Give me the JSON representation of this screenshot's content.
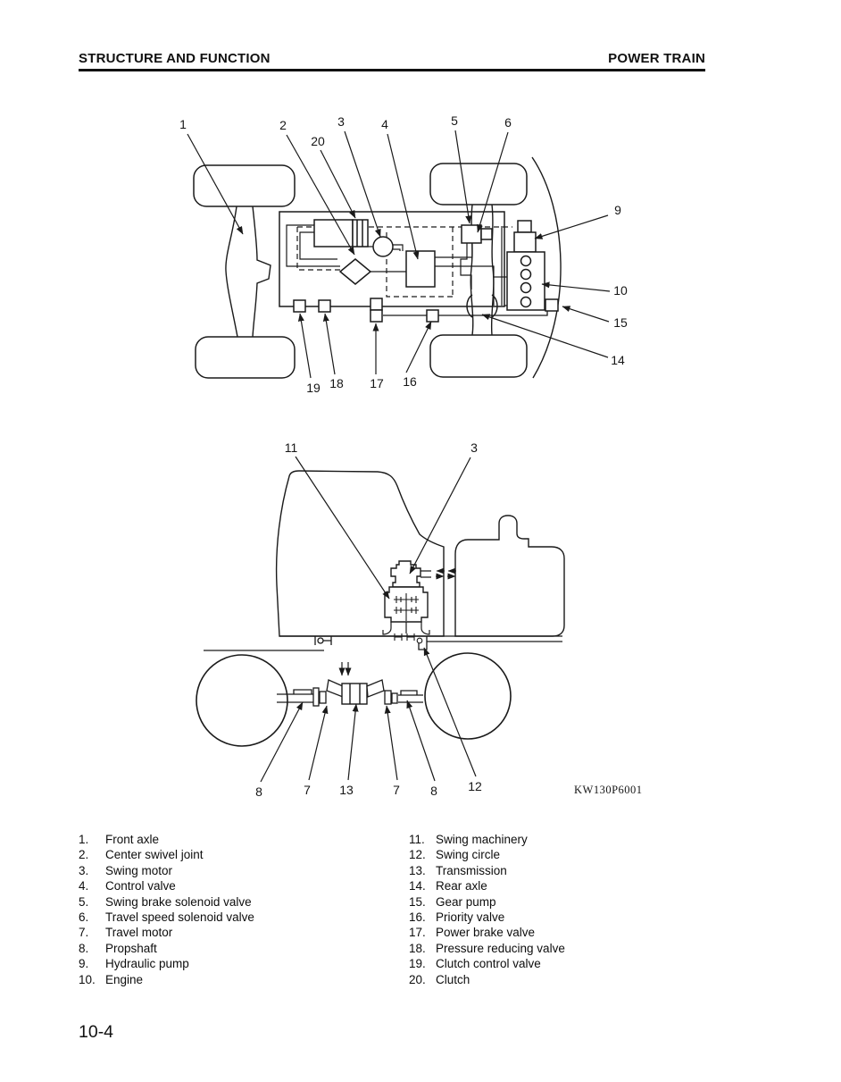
{
  "header": {
    "left": "STRUCTURE AND FUNCTION",
    "right": "POWER TRAIN"
  },
  "footer": {
    "page_number": "10-4"
  },
  "figure": {
    "code": "KW130P6001"
  },
  "colors": {
    "ink": "#1a1a1a",
    "paper": "#ffffff"
  },
  "diagram_top": {
    "description": "Power train top view with callout numbers",
    "callouts": [
      {
        "label": "1"
      },
      {
        "label": "2"
      },
      {
        "label": "20"
      },
      {
        "label": "3"
      },
      {
        "label": "4"
      },
      {
        "label": "5"
      },
      {
        "label": "6"
      },
      {
        "label": "9"
      },
      {
        "label": "10"
      },
      {
        "label": "15"
      },
      {
        "label": "14"
      },
      {
        "label": "19"
      },
      {
        "label": "18"
      },
      {
        "label": "17"
      },
      {
        "label": "16"
      }
    ]
  },
  "diagram_bottom": {
    "description": "Power train side view with callout numbers",
    "callouts": [
      {
        "label": "11"
      },
      {
        "label": "3"
      },
      {
        "label": "8"
      },
      {
        "label": "7"
      },
      {
        "label": "13"
      },
      {
        "label": "7"
      },
      {
        "label": "8"
      },
      {
        "label": "12"
      }
    ]
  },
  "parts_list": {
    "left": [
      {
        "num": "1.",
        "name": "Front axle"
      },
      {
        "num": "2.",
        "name": "Center swivel joint"
      },
      {
        "num": "3.",
        "name": "Swing motor"
      },
      {
        "num": "4.",
        "name": "Control valve"
      },
      {
        "num": "5.",
        "name": "Swing brake solenoid valve"
      },
      {
        "num": "6.",
        "name": "Travel speed solenoid valve"
      },
      {
        "num": "7.",
        "name": "Travel motor"
      },
      {
        "num": "8.",
        "name": "Propshaft"
      },
      {
        "num": "9.",
        "name": "Hydraulic pump"
      },
      {
        "num": "10.",
        "name": "Engine"
      }
    ],
    "right": [
      {
        "num": "11.",
        "name": "Swing machinery"
      },
      {
        "num": "12.",
        "name": "Swing circle"
      },
      {
        "num": "13.",
        "name": "Transmission"
      },
      {
        "num": "14.",
        "name": "Rear axle"
      },
      {
        "num": "15.",
        "name": "Gear pump"
      },
      {
        "num": "16.",
        "name": "Priority valve"
      },
      {
        "num": "17.",
        "name": "Power brake valve"
      },
      {
        "num": "18.",
        "name": "Pressure reducing valve"
      },
      {
        "num": "19.",
        "name": "Clutch control valve"
      },
      {
        "num": "20.",
        "name": "Clutch"
      }
    ]
  }
}
